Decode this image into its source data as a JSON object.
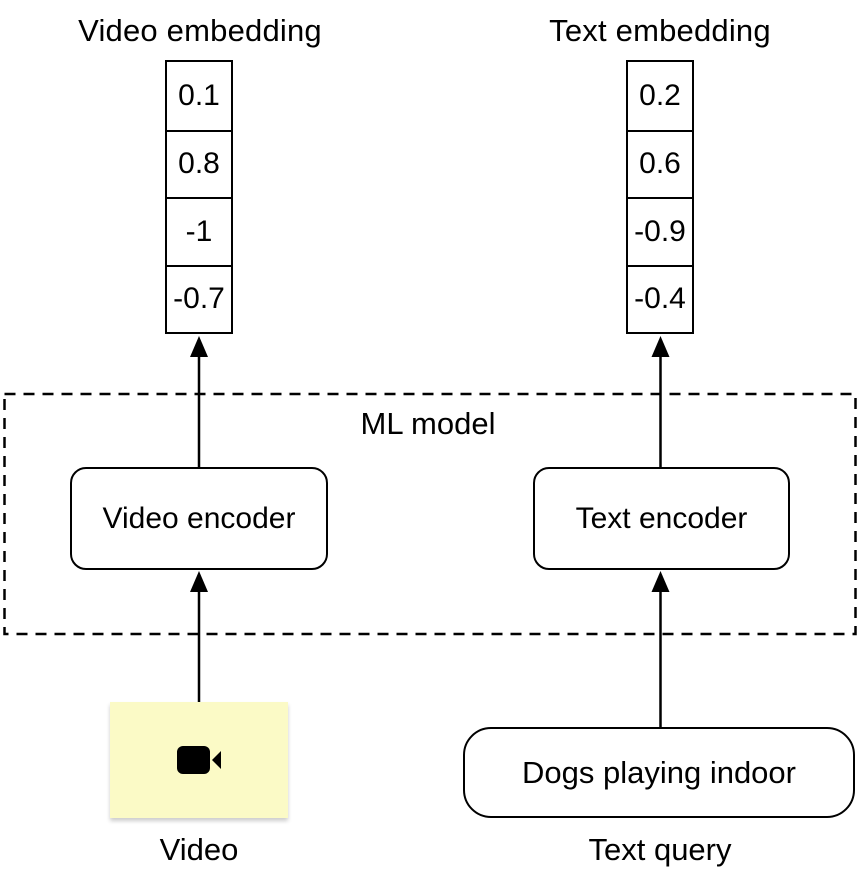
{
  "colors": {
    "background": "#ffffff",
    "stroke": "#000000",
    "video_thumbnail_fill": "#fbfac6"
  },
  "model": {
    "label": "ML model"
  },
  "video_branch": {
    "embedding_title": "Video embedding",
    "embedding_values": [
      "0.1",
      "0.8",
      "-1",
      "-0.7"
    ],
    "encoder_label": "Video encoder",
    "input_label": "Video",
    "input_icon": "video-camera-icon"
  },
  "text_branch": {
    "embedding_title": "Text embedding",
    "embedding_values": [
      "0.2",
      "0.6",
      "-0.9",
      "-0.4"
    ],
    "encoder_label": "Text encoder",
    "query_text": "Dogs playing indoor",
    "input_label": "Text query"
  }
}
